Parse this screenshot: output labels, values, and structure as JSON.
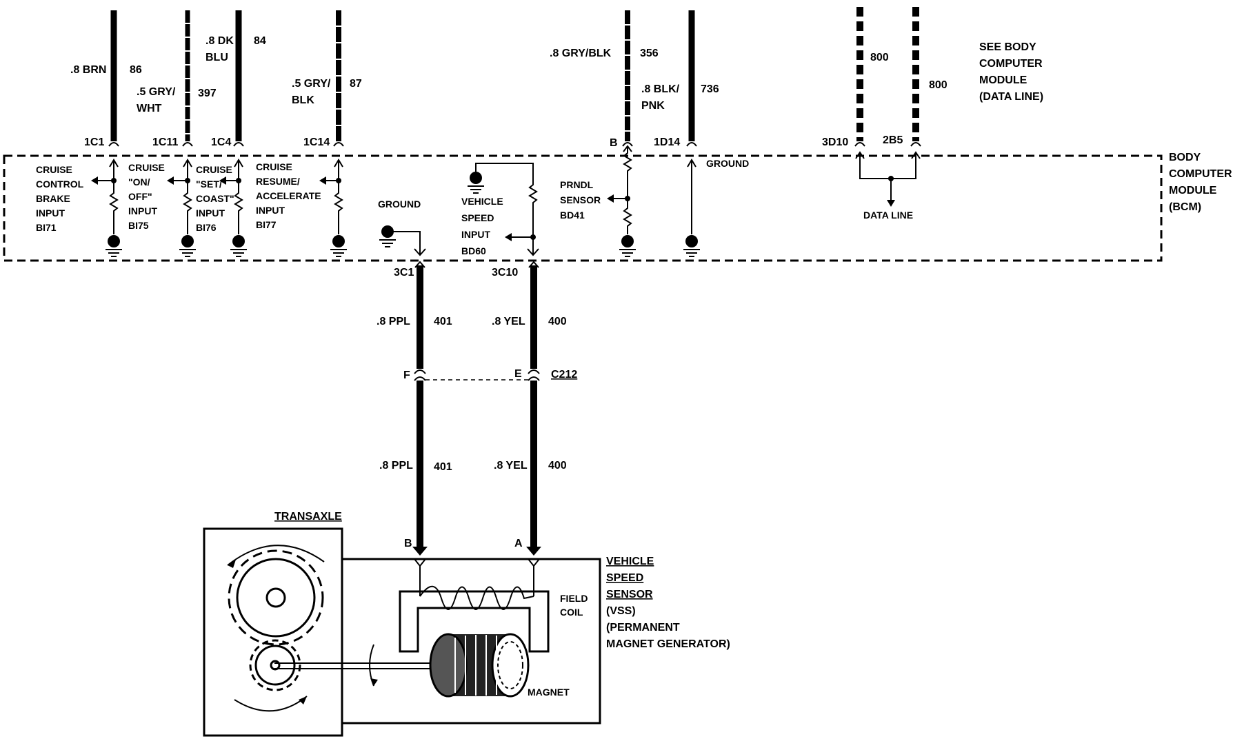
{
  "top_wires": [
    {
      "pin": "1C1",
      "size_color": [
        ".8 BRN"
      ],
      "circuit": "86",
      "input_label": [
        "CRUISE",
        "CONTROL",
        "BRAKE",
        "INPUT",
        "BI71"
      ]
    },
    {
      "pin": "1C11",
      "size_color": [
        ".5 GRY/",
        "WHT"
      ],
      "circuit": "397",
      "input_label": [
        "CRUISE",
        "\"ON/",
        "OFF\"",
        "INPUT",
        "BI75"
      ]
    },
    {
      "pin": "1C4",
      "size_color": [
        ".8 DK",
        "BLU"
      ],
      "circuit": "84",
      "input_label": [
        "CRUISE",
        "\"SET/",
        "COAST\"",
        "INPUT",
        "BI76"
      ]
    },
    {
      "pin": "1C14",
      "size_color": [
        ".5 GRY/",
        "BLK"
      ],
      "circuit": "87",
      "input_label": [
        "CRUISE",
        "RESUME/",
        "ACCELERATE",
        "INPUT",
        "BI77"
      ]
    },
    {
      "pin": "B",
      "size_color": [
        ".8 GRY/BLK"
      ],
      "circuit": "356",
      "input_label": [
        "PRNDL",
        "SENSOR",
        "BD41"
      ]
    },
    {
      "pin": "1D14",
      "size_color": [
        ".8 BLK/",
        "PNK"
      ],
      "circuit": "736",
      "input_label": [
        "GROUND"
      ]
    },
    {
      "pin": "3D10",
      "size_color": [],
      "circuit": "800",
      "input_label": []
    },
    {
      "pin": "2B5",
      "size_color": [],
      "circuit": "800",
      "input_label": []
    }
  ],
  "data_line_note": [
    "SEE BODY",
    "COMPUTER",
    "MODULE",
    "(DATA LINE)"
  ],
  "data_line_label": "DATA LINE",
  "bcm_label": [
    "BODY",
    "COMPUTER",
    "MODULE",
    "(BCM)"
  ],
  "bcm_ground_label": "GROUND",
  "vss_input_label": [
    "VEHICLE",
    "SPEED",
    "INPUT",
    "BD60"
  ],
  "lower_wires": {
    "left": {
      "pin_top": "3C1",
      "size_color": ".8 PPL",
      "circuit": "401",
      "connector_pin": "F",
      "sensor_pin": "B"
    },
    "right": {
      "pin_top": "3C10",
      "size_color": ".8 YEL",
      "circuit": "400",
      "connector_pin": "E",
      "sensor_pin": "A"
    },
    "connector": "C212"
  },
  "transaxle_label": "TRANSAXLE",
  "vss_label": [
    "VEHICLE",
    "SPEED",
    "SENSOR",
    "(VSS)",
    "(PERMANENT",
    "MAGNET GENERATOR)"
  ],
  "field_coil_label": [
    "FIELD",
    "COIL"
  ],
  "magnet_label": "MAGNET"
}
